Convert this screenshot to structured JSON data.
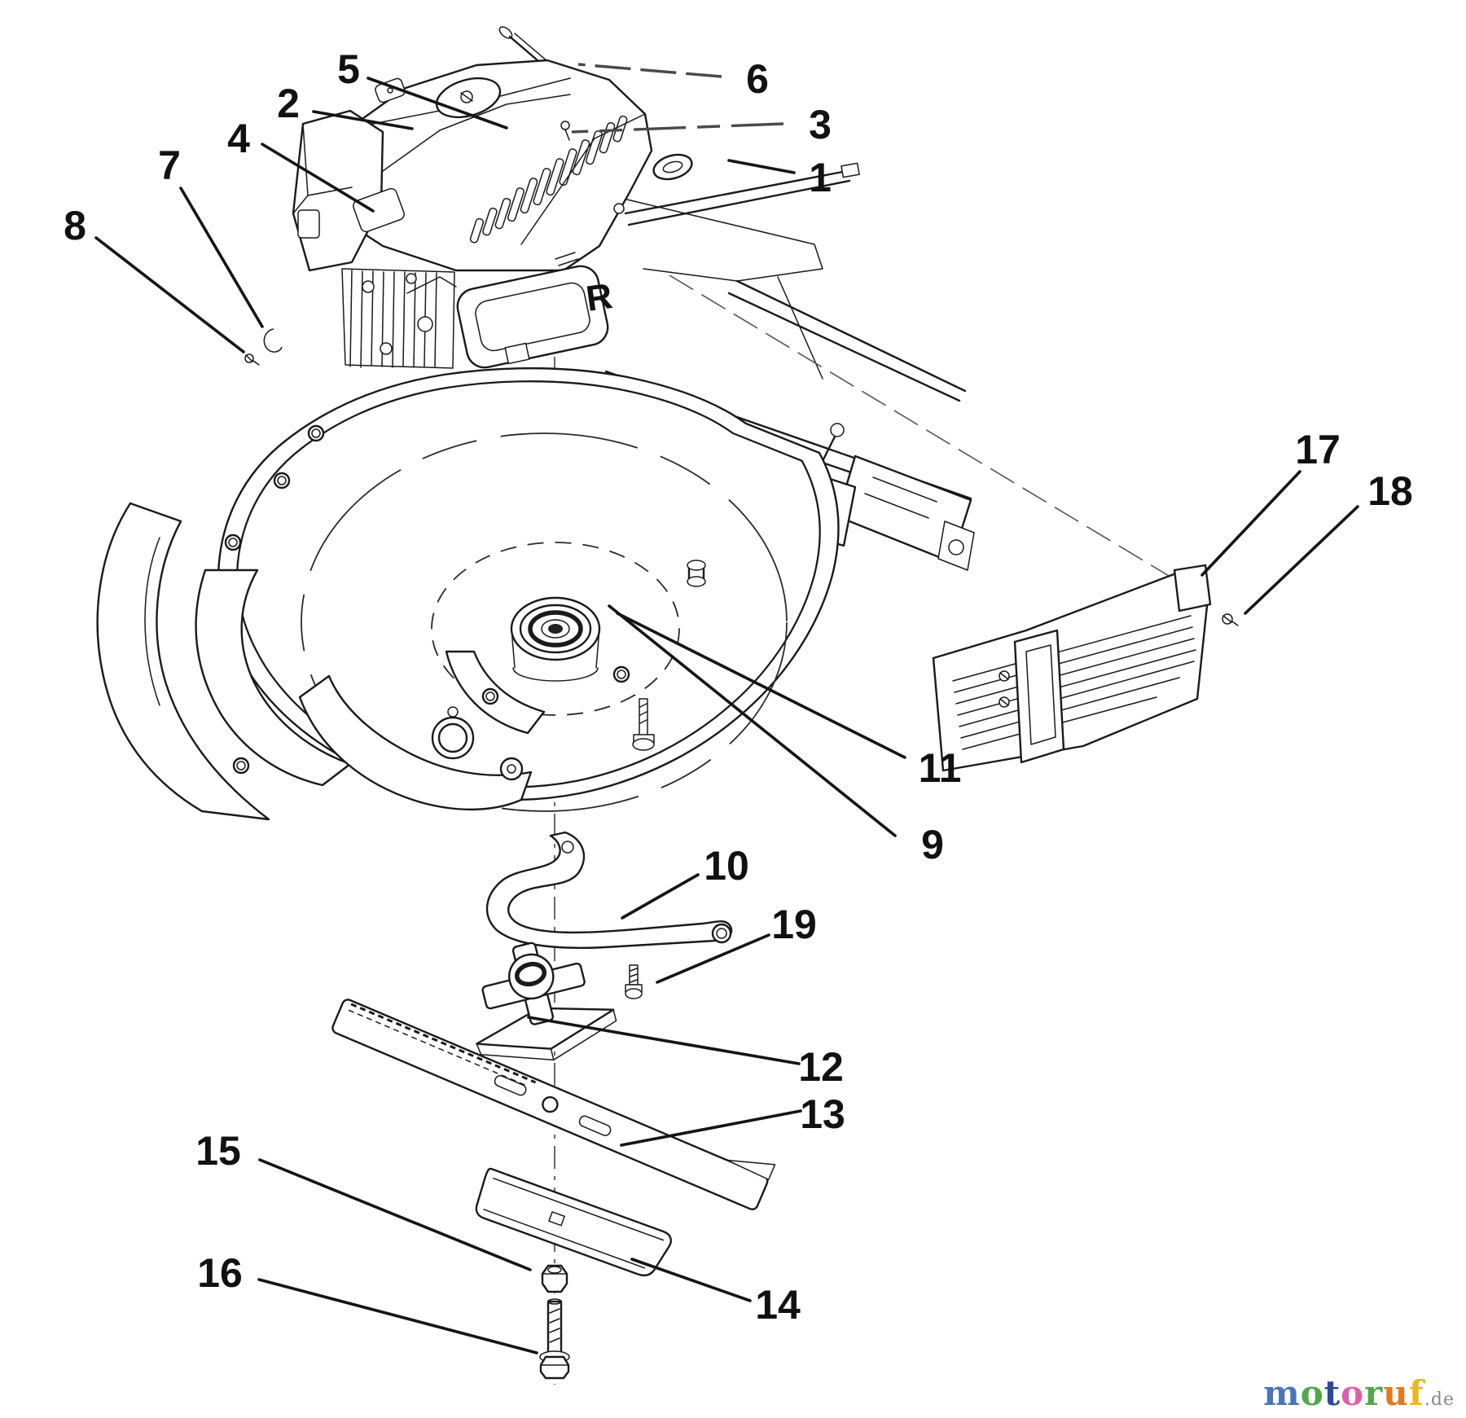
{
  "diagram": {
    "engine_marking": "R",
    "colors": {
      "line": "#1a1a1a",
      "background": "#ffffff"
    },
    "watermark": {
      "word_letters": [
        {
          "ch": "m",
          "color": "#4a76b8"
        },
        {
          "ch": "o",
          "color": "#4fa84a"
        },
        {
          "ch": "t",
          "color": "#2b4a9e"
        },
        {
          "ch": "o",
          "color": "#df5fa6"
        },
        {
          "ch": "r",
          "color": "#4fa84a"
        },
        {
          "ch": "u",
          "color": "#e07b1f"
        },
        {
          "ch": "f",
          "color": "#e8b81d"
        }
      ],
      "suffix": ".de",
      "suffix_color": "#8a8a8a"
    }
  },
  "callouts": [
    {
      "label": "1"
    },
    {
      "label": "2"
    },
    {
      "label": "3"
    },
    {
      "label": "4"
    },
    {
      "label": "5"
    },
    {
      "label": "6"
    },
    {
      "label": "7"
    },
    {
      "label": "8"
    },
    {
      "label": "9"
    },
    {
      "label": "10"
    },
    {
      "label": "11"
    },
    {
      "label": "12"
    },
    {
      "label": "13"
    },
    {
      "label": "14"
    },
    {
      "label": "15"
    },
    {
      "label": "16"
    },
    {
      "label": "17"
    },
    {
      "label": "18"
    },
    {
      "label": "19"
    }
  ]
}
